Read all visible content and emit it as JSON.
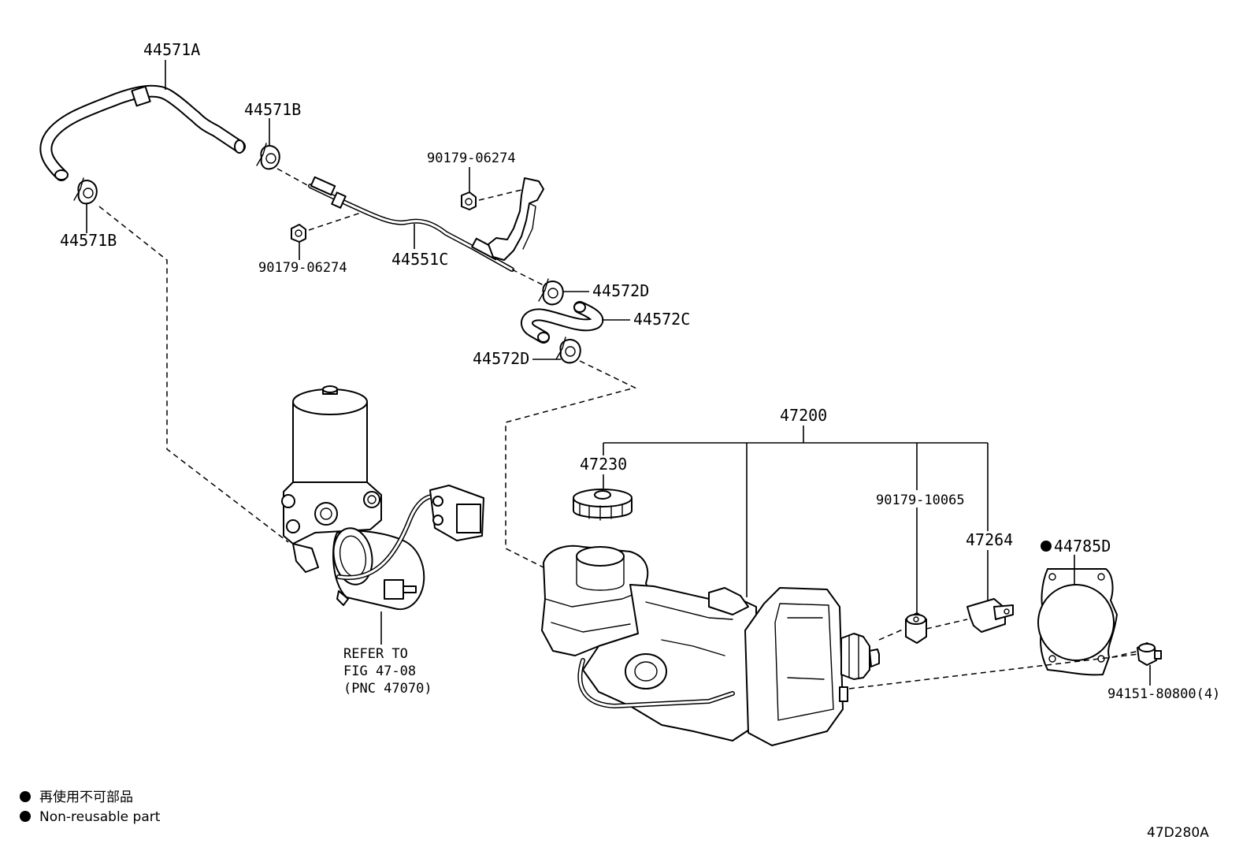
{
  "callouts": {
    "p44571A": "44571A",
    "p44571B_top": "44571B",
    "p44571B_left": "44571B",
    "p90179_06274_top": "90179-06274",
    "p90179_06274_left": "90179-06274",
    "p44551C": "44551C",
    "p44572D_top": "44572D",
    "p44572C": "44572C",
    "p44572D_bottom": "44572D",
    "p47200": "47200",
    "p47230": "47230",
    "p90179_10065": "90179-10065",
    "p47264": "47264",
    "p44785D": "44785D",
    "p94151_80800": "94151-80800(4)"
  },
  "refer_note": {
    "line1": "REFER TO",
    "line2": "FIG 47-08",
    "line3": "(PNC 47070)"
  },
  "legend": {
    "line_jp": "再使用不可部品",
    "line_en": "Non-reusable part"
  },
  "figure_code": "47D280A"
}
